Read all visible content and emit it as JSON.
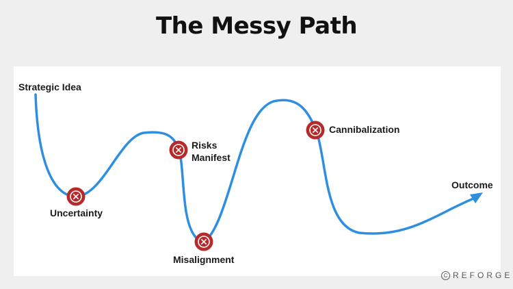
{
  "title": "The Messy Path",
  "start_label": "Strategic Idea",
  "end_label": "Outcome",
  "obstacles": [
    {
      "label": "Uncertainty",
      "icon": "x-circle-icon"
    },
    {
      "label_line1": "Risks",
      "label_line2": "Manifest",
      "icon": "x-circle-icon"
    },
    {
      "label": "Misalignment",
      "icon": "x-circle-icon"
    },
    {
      "label": "Cannibalization",
      "icon": "x-circle-icon"
    }
  ],
  "watermark": {
    "symbol": "C",
    "text": "REFORGE"
  },
  "colors": {
    "path": "#2e8fe0",
    "obstacle_fill": "#b52a2a",
    "obstacle_ring": "#ffffff",
    "background": "#efefef",
    "panel": "#ffffff"
  }
}
